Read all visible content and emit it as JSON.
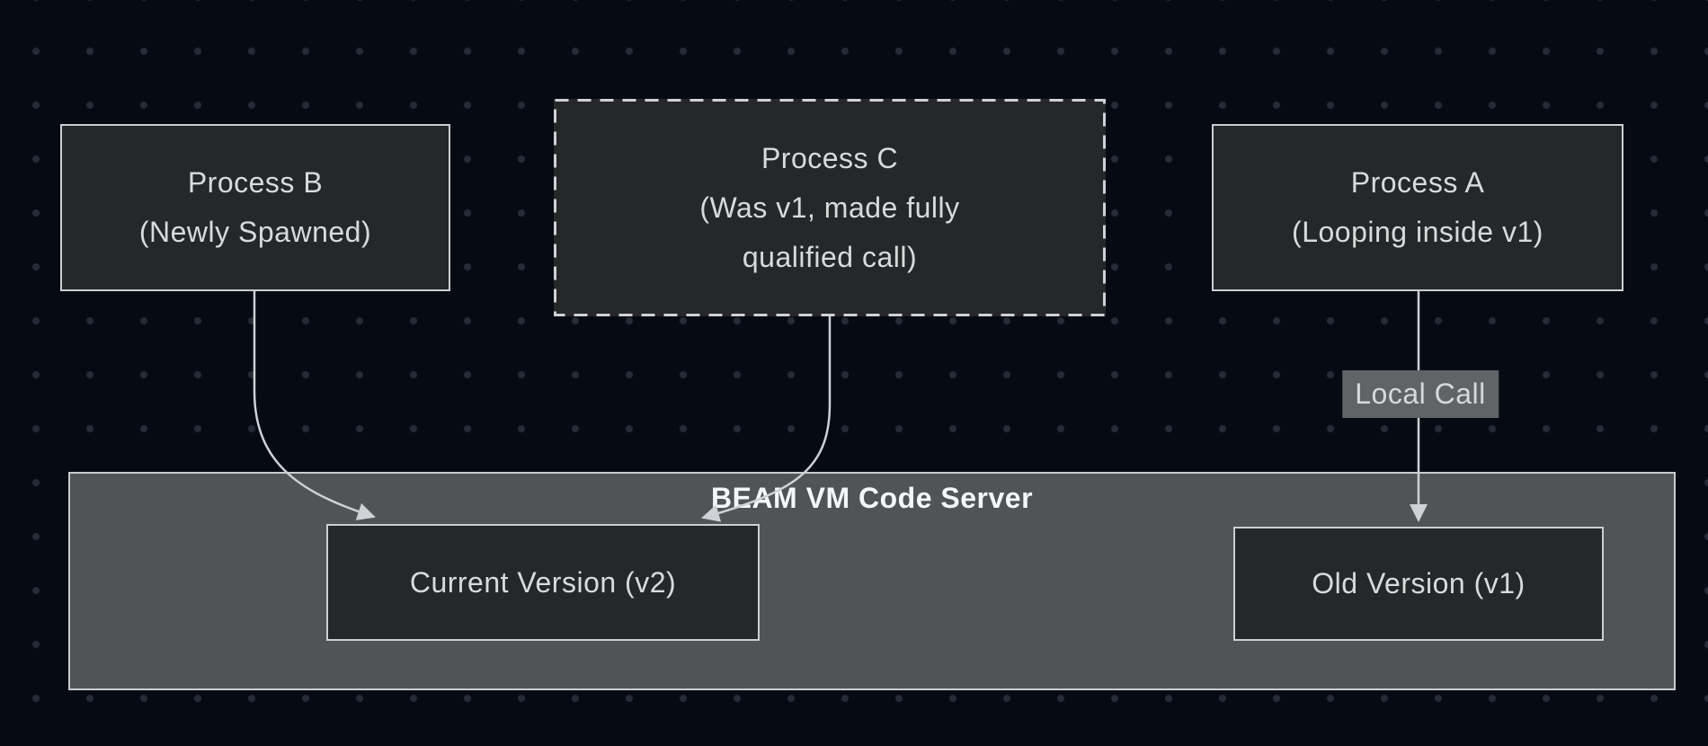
{
  "diagram_type": "flowchart",
  "cluster": {
    "title": "BEAM VM Code Server"
  },
  "nodes": [
    {
      "id": "process-b",
      "style": "solid",
      "lines": [
        "Process B",
        "(Newly Spawned)"
      ]
    },
    {
      "id": "process-c",
      "style": "dashed",
      "lines": [
        "Process C",
        "(Was v1, made fully",
        "qualified call)"
      ]
    },
    {
      "id": "process-a",
      "style": "solid",
      "lines": [
        "Process A",
        "(Looping inside v1)"
      ]
    },
    {
      "id": "current-version",
      "style": "solid",
      "parent": "BEAM VM Code Server",
      "lines": [
        "Current Version (v2)"
      ]
    },
    {
      "id": "old-version",
      "style": "solid",
      "parent": "BEAM VM Code Server",
      "lines": [
        "Old Version (v1)"
      ]
    }
  ],
  "edges": [
    {
      "from": "process-b",
      "to": "current-version",
      "label": ""
    },
    {
      "from": "process-c",
      "to": "current-version",
      "label": ""
    },
    {
      "from": "process-a",
      "to": "old-version",
      "label": "Local Call"
    }
  ],
  "colors": {
    "background": "#050a13",
    "grid_dot": "#262b38",
    "node_fill": "#262728",
    "node_border": "#cccfd2",
    "node_text": "#d8dadb",
    "cluster_fill": "#515355",
    "cluster_border": "#c9cdd0",
    "cluster_title_text": "#f5f6f7",
    "edge": "#ced1d5",
    "edge_label_bg": "#616467",
    "edge_label_text": "#d6d8da"
  }
}
